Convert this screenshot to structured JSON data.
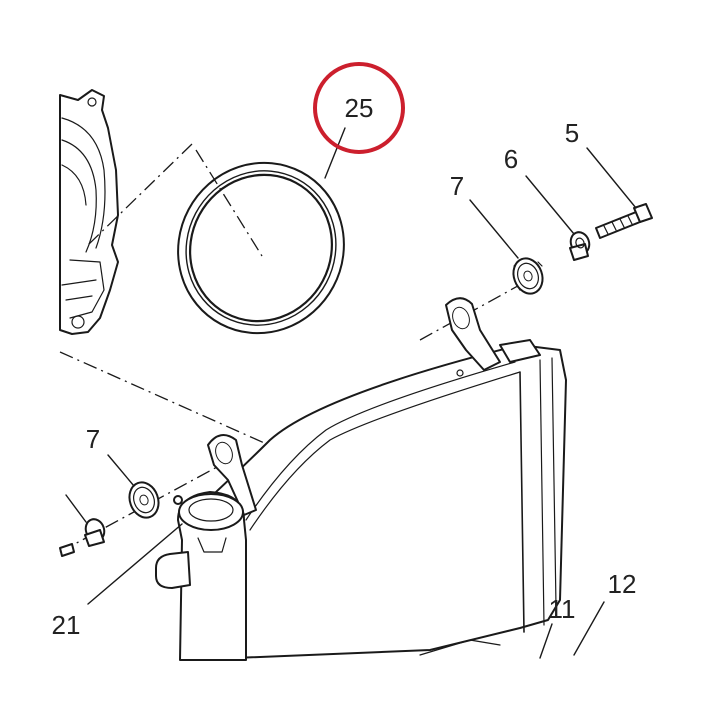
{
  "callouts": {
    "c25": "25",
    "c5": "5",
    "c6": "6",
    "c7_upper": "7",
    "c7_lower": "7",
    "c21": "21",
    "c11": "11",
    "c12": "12"
  },
  "highlight": {
    "target": "25",
    "color": "#cc1f2d"
  },
  "colors": {
    "line": "#1a1a1a",
    "background": "#ffffff",
    "accent": "#cc1f2d"
  }
}
